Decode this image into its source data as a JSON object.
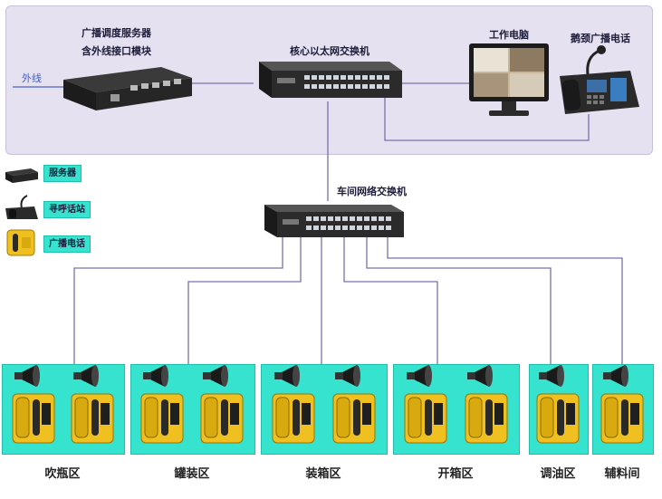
{
  "top": {
    "server_label_line1": "广播调度服务器",
    "server_label_line2": "含外线接口模块",
    "core_switch_label": "核心以太网交换机",
    "workstation_label": "工作电脑",
    "desk_phone_label": "鹅颈广播电话",
    "external_line_label": "外线"
  },
  "workshop_switch_label": "车间网络交换机",
  "legend": {
    "server": "服务器",
    "intercom": "寻呼话站",
    "broadcast_phone": "广播电话"
  },
  "zones": [
    {
      "label": "吹瓶区",
      "units": 2
    },
    {
      "label": "罐装区",
      "units": 2
    },
    {
      "label": "装箱区",
      "units": 2
    },
    {
      "label": "开箱区",
      "units": 2
    },
    {
      "label": "调油区",
      "units": 1
    },
    {
      "label": "辅料间",
      "units": 1
    }
  ],
  "colors": {
    "panel": "#e6e1f0",
    "zone_fill": "#35e3cf",
    "wire": "#7a6fae",
    "phone_yellow": "#f0c020"
  }
}
